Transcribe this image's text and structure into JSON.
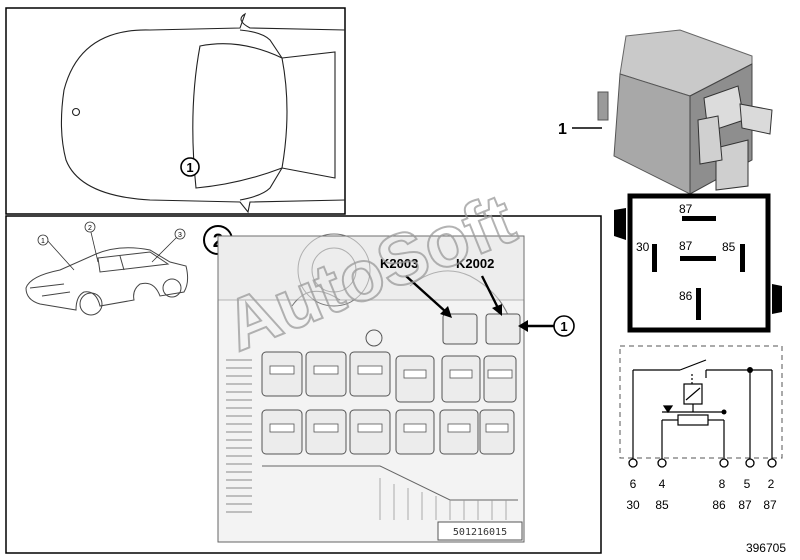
{
  "callouts": {
    "part_main": "1",
    "car_top": "1",
    "inset_number": "2",
    "car_side_1": "1",
    "car_side_2": "2",
    "car_side_3": "3",
    "fusebox_marker": "1"
  },
  "relay_labels": {
    "k2003": "K2003",
    "k2002": "K2002"
  },
  "relay_pins": {
    "top": "87",
    "left": "30",
    "center": "87",
    "right": "85",
    "bottom": "86"
  },
  "schematic": {
    "terminals": [
      {
        "pin": "6",
        "code": "30"
      },
      {
        "pin": "4",
        "code": "85"
      },
      {
        "pin": "8",
        "code": "86"
      },
      {
        "pin": "5",
        "code": "87"
      },
      {
        "pin": "2",
        "code": "87"
      }
    ]
  },
  "codes": {
    "fusebox_code": "501216015",
    "diagram_id": "396705"
  },
  "watermark": "AutoSoft"
}
